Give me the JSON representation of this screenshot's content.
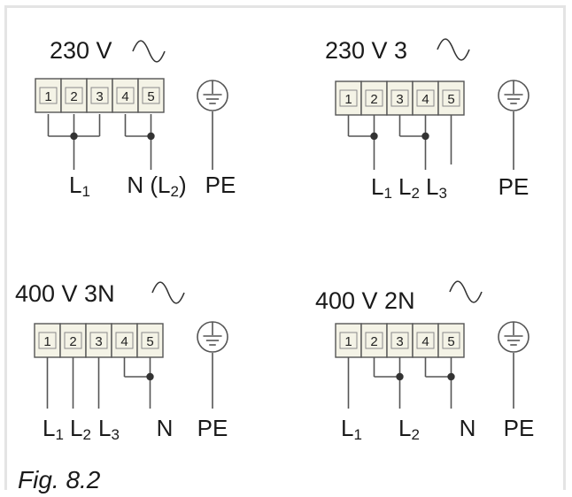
{
  "colors": {
    "line": "#555555",
    "block_fill": "#f4f3e6",
    "text": "#1a1a1a",
    "frame": "#e4e4e4"
  },
  "caption": "Fig. 8.2",
  "diagrams": [
    {
      "id": "230v",
      "voltage": "230 V",
      "terminals": [
        "1",
        "2",
        "3",
        "4",
        "5"
      ],
      "labels": [
        {
          "main": "L",
          "sub": "1"
        },
        {
          "main": "N (L",
          "sub": "2",
          "tail": ")"
        },
        {
          "main": "PE"
        }
      ]
    },
    {
      "id": "230v3",
      "voltage": "230 V  3",
      "terminals": [
        "1",
        "2",
        "3",
        "4",
        "5"
      ],
      "labels": [
        {
          "main": "L",
          "sub": "1"
        },
        {
          "main": "L",
          "sub": "2"
        },
        {
          "main": "L",
          "sub": "3"
        },
        {
          "main": "PE"
        }
      ]
    },
    {
      "id": "400v3n",
      "voltage": "400 V 3N",
      "terminals": [
        "1",
        "2",
        "3",
        "4",
        "5"
      ],
      "labels": [
        {
          "main": "L",
          "sub": "1"
        },
        {
          "main": "L",
          "sub": "2"
        },
        {
          "main": "L",
          "sub": "3"
        },
        {
          "main": "N"
        },
        {
          "main": "PE"
        }
      ]
    },
    {
      "id": "400v2n",
      "voltage": "400 V 2N",
      "terminals": [
        "1",
        "2",
        "3",
        "4",
        "5"
      ],
      "labels": [
        {
          "main": "L",
          "sub": "1"
        },
        {
          "main": "L",
          "sub": "2"
        },
        {
          "main": "N"
        },
        {
          "main": "PE"
        }
      ]
    }
  ]
}
